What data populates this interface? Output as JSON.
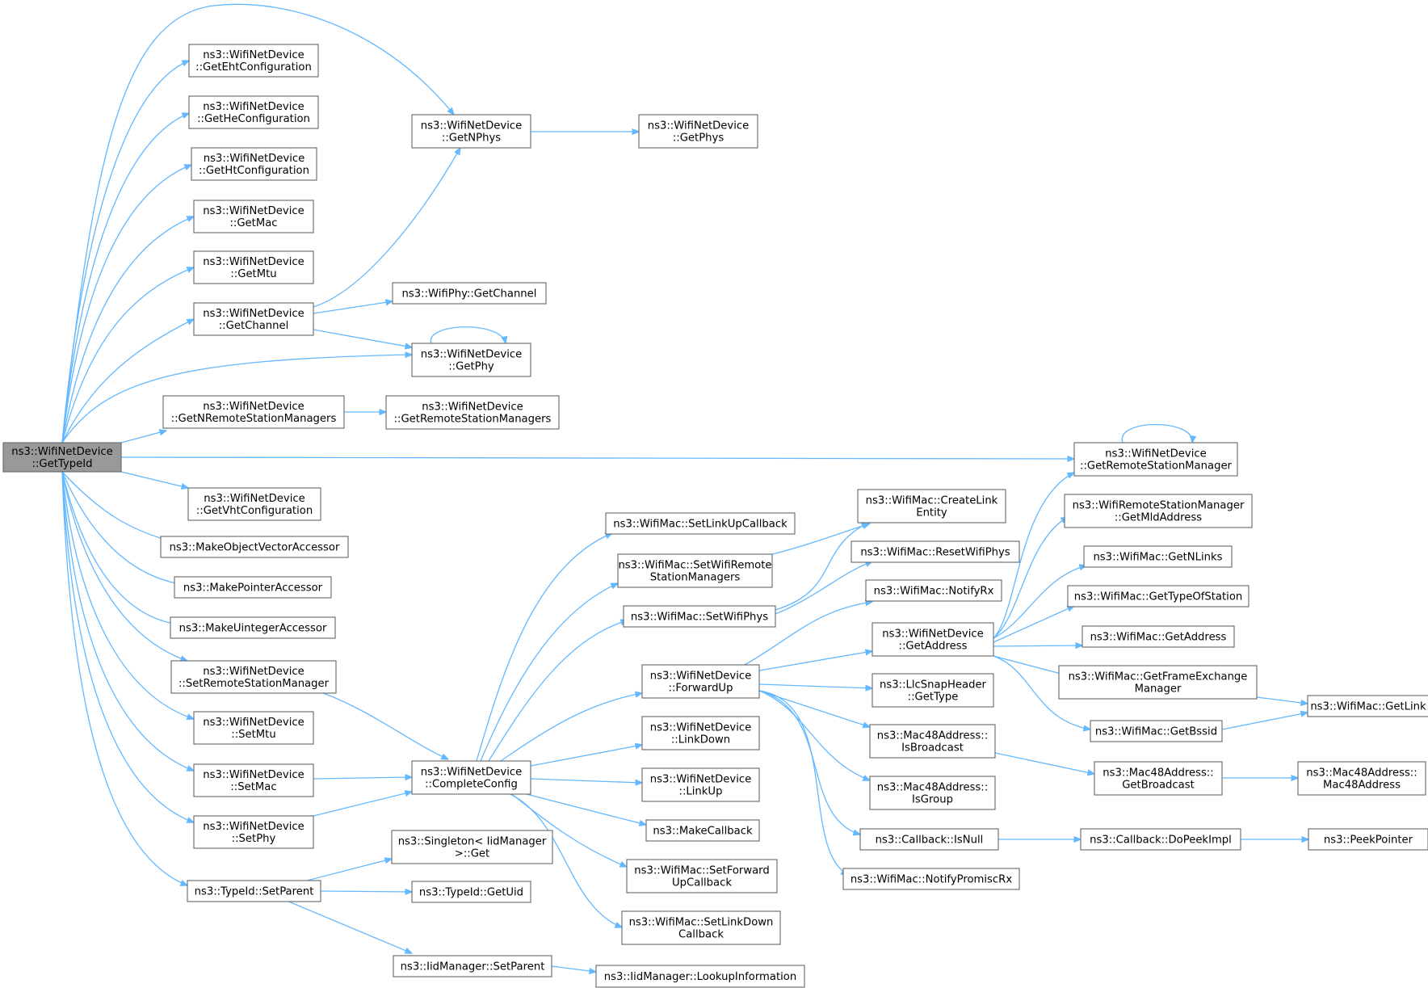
{
  "colors": {
    "edge": "#63b8ff",
    "node_border": "#666666",
    "root_fill": "#999999",
    "node_fill": "#ffffff"
  },
  "nodes": {
    "root": [
      "ns3::WifiNetDevice",
      "::GetTypeId"
    ],
    "getEht": [
      "ns3::WifiNetDevice",
      "::GetEhtConfiguration"
    ],
    "getHe": [
      "ns3::WifiNetDevice",
      "::GetHeConfiguration"
    ],
    "getHt": [
      "ns3::WifiNetDevice",
      "::GetHtConfiguration"
    ],
    "getMac": [
      "ns3::WifiNetDevice",
      "::GetMac"
    ],
    "getMtu": [
      "ns3::WifiNetDevice",
      "::GetMtu"
    ],
    "getChannel": [
      "ns3::WifiNetDevice",
      "::GetChannel"
    ],
    "getNRemote": [
      "ns3::WifiNetDevice",
      "::GetNRemoteStationManagers"
    ],
    "getVht": [
      "ns3::WifiNetDevice",
      "::GetVhtConfiguration"
    ],
    "makeObjVec": [
      "ns3::MakeObjectVectorAccessor"
    ],
    "makePtr": [
      "ns3::MakePointerAccessor"
    ],
    "makeUint": [
      "ns3::MakeUintegerAccessor"
    ],
    "setRemote": [
      "ns3::WifiNetDevice",
      "::SetRemoteStationManager"
    ],
    "setMtu": [
      "ns3::WifiNetDevice",
      "::SetMtu"
    ],
    "setMac": [
      "ns3::WifiNetDevice",
      "::SetMac"
    ],
    "setPhy": [
      "ns3::WifiNetDevice",
      "::SetPhy"
    ],
    "typeIdSetParent": [
      "ns3::TypeId::SetParent"
    ],
    "getNPhys": [
      "ns3::WifiNetDevice",
      "::GetNPhys"
    ],
    "getPhys": [
      "ns3::WifiNetDevice",
      "::GetPhys"
    ],
    "phyGetChannel": [
      "ns3::WifiPhy::GetChannel"
    ],
    "getPhy": [
      "ns3::WifiNetDevice",
      "::GetPhy"
    ],
    "getRemoteMgrs": [
      "ns3::WifiNetDevice",
      "::GetRemoteStationManagers"
    ],
    "getRemoteMgr": [
      "ns3::WifiNetDevice",
      "::GetRemoteStationManager"
    ],
    "completeConfig": [
      "ns3::WifiNetDevice",
      "::CompleteConfig"
    ],
    "singletonGet": [
      "ns3::Singleton< IidManager",
      ">::Get"
    ],
    "typeIdGetUid": [
      "ns3::TypeId::GetUid"
    ],
    "iidSetParent": [
      "ns3::IidManager::SetParent"
    ],
    "iidLookup": [
      "ns3::IidManager::LookupInformation"
    ],
    "setLinkUpCb": [
      "ns3::WifiMac::SetLinkUpCallback"
    ],
    "setWifiRemote": [
      "ns3::WifiMac::SetWifiRemote",
      "StationManagers"
    ],
    "setWifiPhys": [
      "ns3::WifiMac::SetWifiPhys"
    ],
    "forwardUp": [
      "ns3::WifiNetDevice",
      "::ForwardUp"
    ],
    "linkDown": [
      "ns3::WifiNetDevice",
      "::LinkDown"
    ],
    "linkUp": [
      "ns3::WifiNetDevice",
      "::LinkUp"
    ],
    "makeCallback": [
      "ns3::MakeCallback"
    ],
    "setForwardUpCb": [
      "ns3::WifiMac::SetForward",
      "UpCallback"
    ],
    "setLinkDownCb": [
      "ns3::WifiMac::SetLinkDown",
      "Callback"
    ],
    "createLink": [
      "ns3::WifiMac::CreateLink",
      "Entity"
    ],
    "resetWifiPhys": [
      "ns3::WifiMac::ResetWifiPhys"
    ],
    "notifyRx": [
      "ns3::WifiMac::NotifyRx"
    ],
    "getAddress": [
      "ns3::WifiNetDevice",
      "::GetAddress"
    ],
    "llcGetType": [
      "ns3::LlcSnapHeader",
      "::GetType"
    ],
    "isBroadcast": [
      "ns3::Mac48Address::",
      "IsBroadcast"
    ],
    "isGroup": [
      "ns3::Mac48Address::",
      "IsGroup"
    ],
    "cbIsNull": [
      "ns3::Callback::IsNull"
    ],
    "notifyPromisc": [
      "ns3::WifiMac::NotifyPromiscRx"
    ],
    "getMldAddress": [
      "ns3::WifiRemoteStationManager",
      "::GetMldAddress"
    ],
    "getNLinks": [
      "ns3::WifiMac::GetNLinks"
    ],
    "getTypeOfStation": [
      "ns3::WifiMac::GetTypeOfStation"
    ],
    "macGetAddress": [
      "ns3::WifiMac::GetAddress"
    ],
    "getFrameExch": [
      "ns3::WifiMac::GetFrameExchange",
      "Manager"
    ],
    "getBssid": [
      "ns3::WifiMac::GetBssid"
    ],
    "getLink": [
      "ns3::WifiMac::GetLink"
    ],
    "getBroadcast": [
      "ns3::Mac48Address::",
      "GetBroadcast"
    ],
    "mac48Ctor": [
      "ns3::Mac48Address::",
      "Mac48Address"
    ],
    "doPeekImpl": [
      "ns3::Callback::DoPeekImpl"
    ],
    "peekPointer": [
      "ns3::PeekPointer"
    ]
  }
}
